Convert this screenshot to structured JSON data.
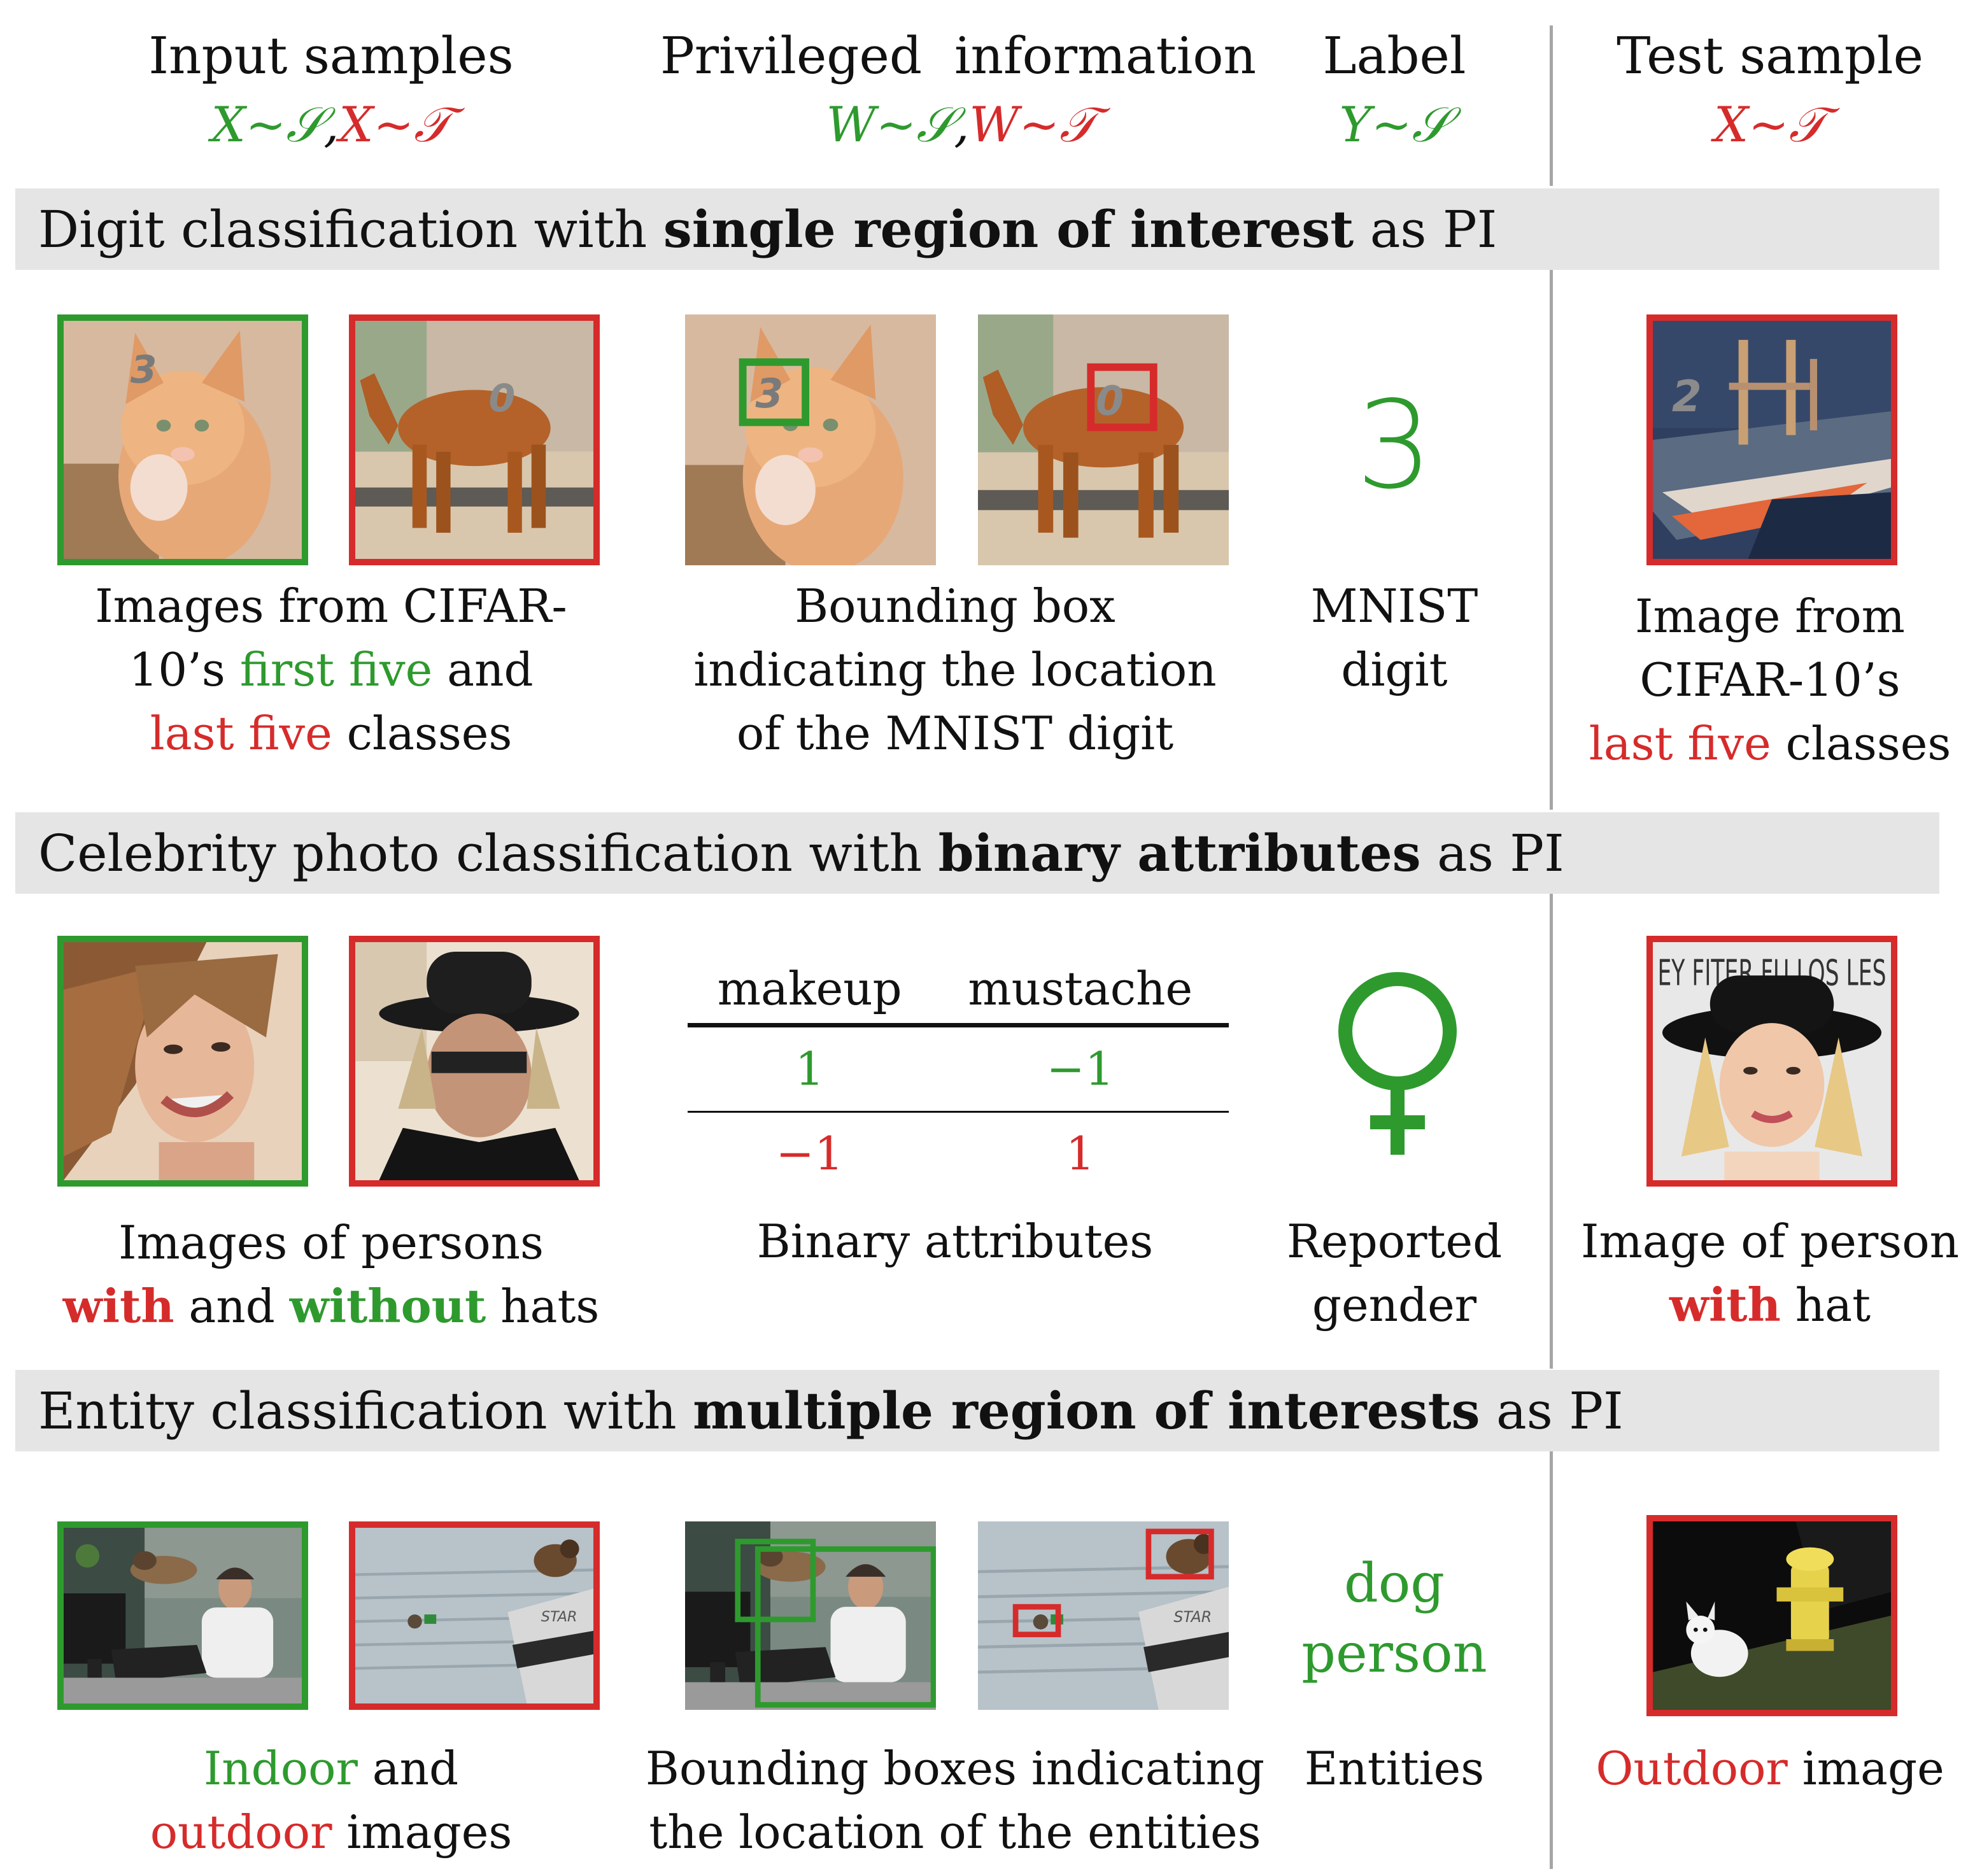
{
  "header": {
    "input_title": "Input samples",
    "input_math_s": "X~𝒮",
    "input_comma": ",",
    "input_math_t": "X~𝒯",
    "pi_title_a": "Privileged",
    "pi_title_b": "information",
    "pi_math_s": "W~𝒮",
    "pi_comma": ",",
    "pi_math_t": "W~𝒯",
    "label_title": "Label",
    "label_math": "Y~𝒮",
    "test_title": "Test sample",
    "test_math": "X~𝒯"
  },
  "rows": [
    {
      "band_pre": "Digit classification with ",
      "band_bold": "single region of interest",
      "band_post": " as PI",
      "images": {
        "src_green": "cat",
        "src_red": "horse",
        "pi_green": "cat",
        "pi_red": "horse",
        "test": "ship"
      },
      "digit_src": "3",
      "digit_tgt": "0",
      "digit_test": "2",
      "input_caption": {
        "l1": "Images from CIFAR-",
        "l2a": "10’s ",
        "l2g": "first five",
        "l2b": " and",
        "l3r": "last five",
        "l3b": " classes"
      },
      "pi_caption": {
        "l1": "Bounding box",
        "l2": "indicating the location",
        "l3": "of the MNIST digit"
      },
      "label_value": "3",
      "label_caption": {
        "l1": "MNIST",
        "l2": "digit"
      },
      "test_caption": {
        "l1": "Image from",
        "l2": "CIFAR-10’s",
        "l3r": "last five",
        "l3b": " classes"
      }
    },
    {
      "band_pre": "Celebrity photo classification with ",
      "band_bold": "binary attributes",
      "band_post": " as PI",
      "images": {
        "src_green": "woman",
        "src_red": "man-with-hat",
        "test": "woman-with-hat"
      },
      "test_bg_text": "EY FITER FU LOS LES",
      "attr_table": {
        "headers": [
          "makeup",
          "mustache"
        ],
        "row_green": [
          "1",
          "−1"
        ],
        "row_red": [
          "−1",
          "1"
        ]
      },
      "pi_caption": "Binary attributes",
      "label_symbol": "♀",
      "input_caption": {
        "l1": "Images of persons",
        "l2r": "with",
        "l2a": " and ",
        "l2g": "without",
        "l2b": " hats"
      },
      "label_caption": {
        "l1": "Reported",
        "l2": "gender"
      },
      "test_caption": {
        "l1": "Image of person",
        "l2r": "with",
        "l2b": " hat"
      }
    },
    {
      "band_pre": "Entity classification with ",
      "band_bold": "multiple region of interests",
      "band_post": " as PI",
      "images": {
        "src_green": "office",
        "src_red": "water",
        "test": "hydrant"
      },
      "boat_text": "STAR",
      "label_values": [
        "dog",
        "person"
      ],
      "input_caption": {
        "l1g": "Indoor",
        "l1b": " and",
        "l2r": "outdoor",
        "l2b": " images"
      },
      "pi_caption": {
        "l1": "Bounding boxes indicating",
        "l2": "the location of the entities"
      },
      "label_caption": "Entities",
      "test_caption": {
        "l1r": "Outdoor",
        "l1b": " image"
      }
    }
  ],
  "colors": {
    "source": "#2e9a2e",
    "target": "#d62b2b",
    "band": "#e5e5e5",
    "divider": "#a6a6a6"
  }
}
